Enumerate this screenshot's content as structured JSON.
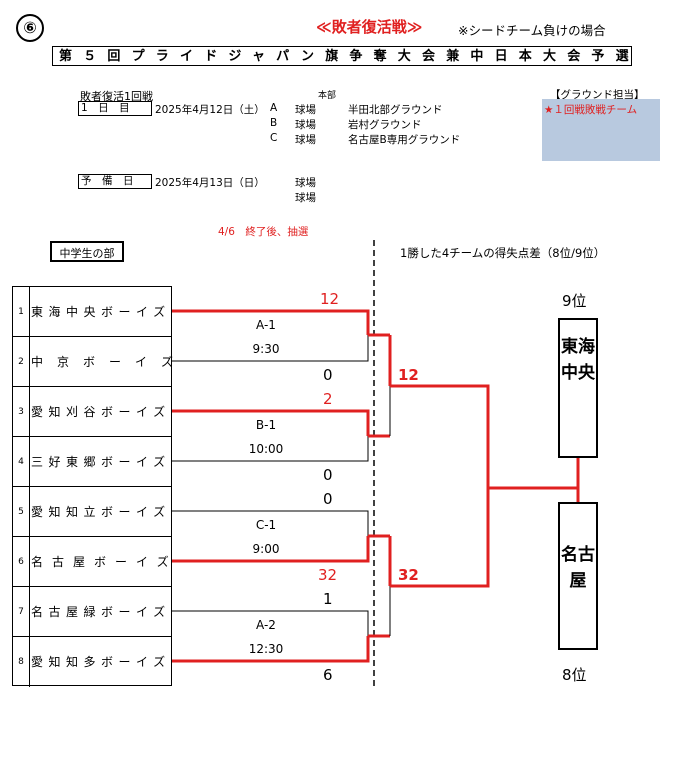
{
  "header": {
    "number": "⑥",
    "title": "≪敗者復活戦≫",
    "note": "※シードチーム負けの場合",
    "banner": "第５回プライドジャパン旗争奪大会兼中日本大会予選"
  },
  "schedule": {
    "round_title": "敗者復活1回戦",
    "honbu_label": "本部",
    "day1_label": "1　日　目",
    "day1_date": "2025年4月12日（土）",
    "fields": [
      {
        "letter": "A",
        "kind": "球場",
        "name": "半田北部グラウンド"
      },
      {
        "letter": "B",
        "kind": "球場",
        "name": "岩村グラウンド"
      },
      {
        "letter": "C",
        "kind": "球場",
        "name": "名古屋B専用グラウンド"
      }
    ],
    "reserve_label": "予　備　日",
    "reserve_date": "2025年4月13日（日）",
    "reserve_fields": [
      "球場",
      "球場"
    ]
  },
  "ground": {
    "title": "【グラウンド担当】",
    "item": "★１回戦敗戦チーム"
  },
  "draw_note": "4/6　終了後、抽選",
  "division_label": "中学生の部",
  "tiebreak_note": "1勝した4チームの得失点差（8位/9位）",
  "teams": [
    {
      "num": "1",
      "name": "東海中央ボーイズ"
    },
    {
      "num": "2",
      "name": "中　京　ボ　ー　イ　ズ"
    },
    {
      "num": "3",
      "name": "愛知刈谷ボーイズ"
    },
    {
      "num": "4",
      "name": "三好東郷ボーイズ"
    },
    {
      "num": "5",
      "name": "愛知知立ボーイズ"
    },
    {
      "num": "6",
      "name": "名古屋ボーイズ"
    },
    {
      "num": "7",
      "name": "名古屋緑ボーイズ"
    },
    {
      "num": "8",
      "name": "愛知知多ボーイズ"
    }
  ],
  "matches": [
    {
      "code": "A-1",
      "time": "9:30",
      "top_score": "12",
      "bottom_score": "0"
    },
    {
      "code": "B-1",
      "time": "10:00",
      "top_score": "2",
      "bottom_score": "0"
    },
    {
      "code": "C-1",
      "time": "9:00",
      "top_score": "0",
      "bottom_score": "32"
    },
    {
      "code": "A-2",
      "time": "12:30",
      "top_score": "1",
      "bottom_score": "6"
    }
  ],
  "diff_scores": [
    "12",
    "32"
  ],
  "result": {
    "top_rank": "9位",
    "top_team": "東海中央",
    "bottom_team": "名古屋",
    "bottom_rank": "8位"
  },
  "colors": {
    "accent_red": "#e02020",
    "ground_box": "#b8c9df"
  }
}
